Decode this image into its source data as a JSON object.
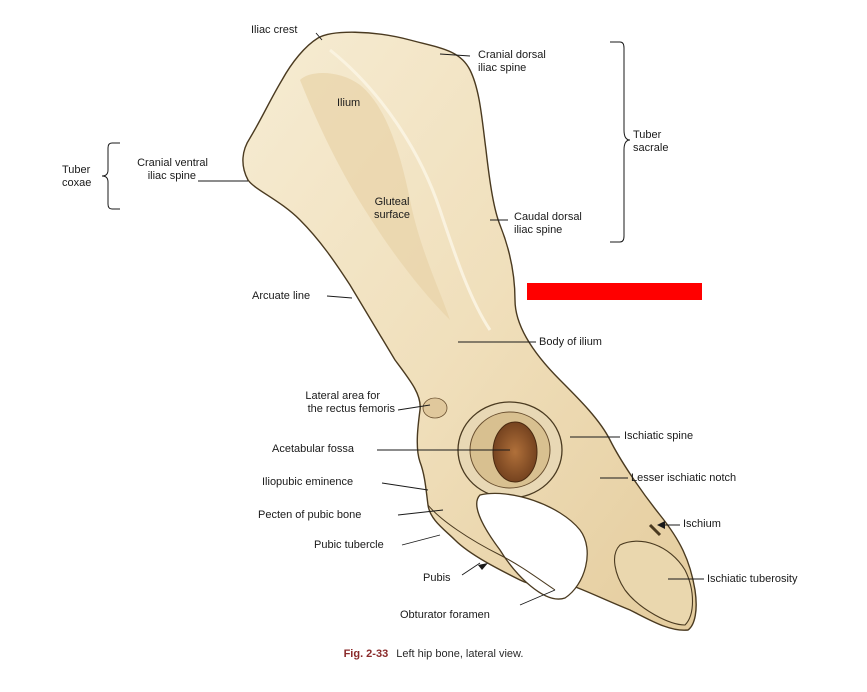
{
  "labels": {
    "iliac_crest": "Iliac crest",
    "cranial_dorsal_iliac_spine_1": "Cranial dorsal",
    "cranial_dorsal_iliac_spine_2": "iliac spine",
    "ilium": "Ilium",
    "tuber_sacrale_1": "Tuber",
    "tuber_sacrale_2": "sacrale",
    "tuber_coxae_1": "Tuber",
    "tuber_coxae_2": "coxae",
    "cranial_ventral_iliac_spine_1": "Cranial ventral",
    "cranial_ventral_iliac_spine_2": "iliac spine",
    "gluteal_surface_1": "Gluteal",
    "gluteal_surface_2": "surface",
    "caudal_dorsal_iliac_spine_1": "Caudal dorsal",
    "caudal_dorsal_iliac_spine_2": "iliac spine",
    "arcuate_line": "Arcuate line",
    "body_of_ilium": "Body of ilium",
    "lateral_area_1": "Lateral area for",
    "lateral_area_2": "the rectus femoris",
    "acetabular_fossa": "Acetabular fossa",
    "ischiatic_spine": "Ischiatic spine",
    "iliopubic_eminence": "Iliopubic eminence",
    "lesser_ischiatic_notch": "Lesser ischiatic notch",
    "pecten_of_pubic_bone": "Pecten of pubic bone",
    "ischium": "Ischium",
    "pubic_tubercle": "Pubic tubercle",
    "pubis": "Pubis",
    "ischiatic_tuberosity": "Ischiatic tuberosity",
    "obturator_foramen": "Obturator foramen"
  },
  "caption": {
    "fig_number": "Fig. 2-33",
    "text": "Left hip bone, lateral view."
  },
  "colors": {
    "bone_fill": "#f2e4c4",
    "bone_shadow": "#d9c49a",
    "bone_outline": "#4a3a20",
    "fossa": "#8a5530",
    "redaction": "#ff0000"
  }
}
